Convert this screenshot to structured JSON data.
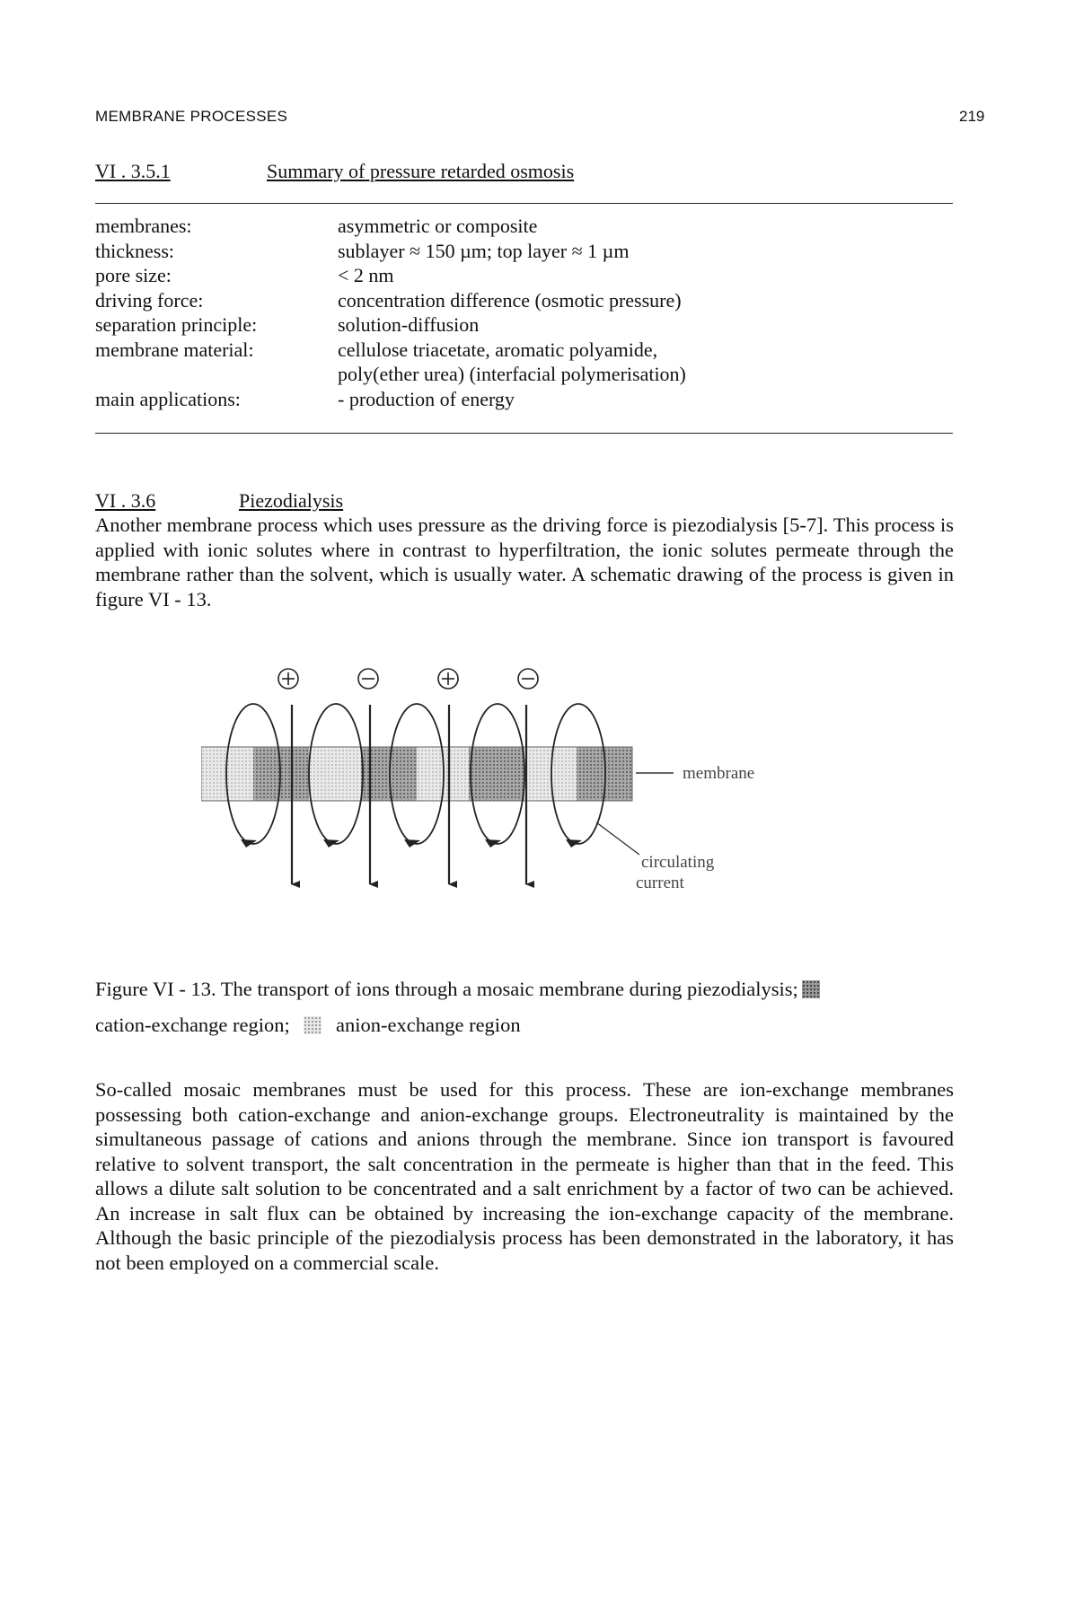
{
  "header": {
    "running_title": "MEMBRANE PROCESSES",
    "page_number": "219"
  },
  "section_351": {
    "number": "VI . 3.5.1",
    "title": "Summary of pressure retarded osmosis",
    "rows": [
      {
        "label": "membranes:",
        "value": "asymmetric or composite"
      },
      {
        "label": "thickness:",
        "value": "sublayer ≈ 150 µm; top layer ≈ 1 µm"
      },
      {
        "label": "pore size:",
        "value": "< 2 nm"
      },
      {
        "label": "driving force:",
        "value": "concentration difference (osmotic pressure)"
      },
      {
        "label": "separation principle:",
        "value": "solution-diffusion"
      },
      {
        "label": "membrane material:",
        "value": "cellulose triacetate, aromatic polyamide,"
      },
      {
        "label": "",
        "value": "poly(ether urea) (interfacial polymerisation)"
      },
      {
        "label": "main applications:",
        "value": "-   production of energy"
      }
    ]
  },
  "section_36": {
    "number": "VI . 3.6",
    "title": "Piezodialysis",
    "intro": "Another membrane process which uses pressure as the driving force is piezodialysis [5-7]. This process is applied with ionic solutes where in contrast to hyperfiltration, the ionic solutes permeate through the membrane rather than the solvent, which is usually water. A schematic drawing of the process is given in figure VI - 13."
  },
  "figure": {
    "label_membrane": "membrane",
    "label_circulating": "circulating",
    "label_current": "current",
    "caption_line1": "Figure VI - 13.  The transport of ions through a mosaic membrane during piezodialysis;",
    "caption_part2a": "cation-exchange region;",
    "caption_part2b": "anion-exchange region"
  },
  "body": {
    "paragraph": "So-called mosaic membranes must be used for this process. These are ion-exchange membranes possessing both cation-exchange and anion-exchange groups. Electroneutrality is maintained by the simultaneous passage of cations and anions through the membrane. Since ion transport is favoured relative to solvent transport, the salt concentration in the permeate is higher than that in the feed. This allows a dilute salt solution to be concentrated and a salt enrichment by a factor of two can be achieved. An increase in salt flux can be obtained by increasing the ion-exchange capacity of the membrane. Although the basic principle of the piezodialysis process has been demonstrated in the laboratory, it has not been employed on a commercial scale."
  }
}
